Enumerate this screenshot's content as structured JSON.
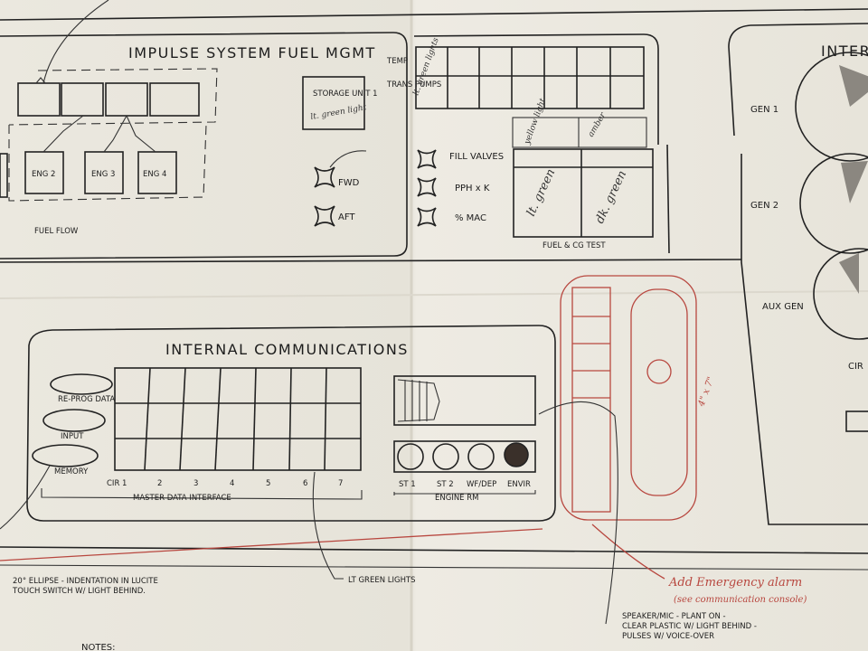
{
  "fuel_panel": {
    "title": "IMPULSE SYSTEM FUEL MGMT",
    "engines": [
      "ENG 2",
      "ENG 3",
      "ENG 4"
    ],
    "fuel_flow": "FUEL FLOW",
    "storage_unit": "STORAGE UNIT 1",
    "storage_note": "lt. green light",
    "temp": "TEMP",
    "transfer_pumps": "TRANS PUMPS",
    "pumps_note": "lt. green lights",
    "fwd": "FWD",
    "aft": "AFT",
    "fill_valves": "FILL VALVES",
    "pph": "PPH x K",
    "mac": "% MAC",
    "fuel_cg_test": "FUEL & CG TEST",
    "cg_cells": [
      "lt. green",
      "dk. green"
    ],
    "cg_top_notes": [
      "yellow light",
      "amber"
    ]
  },
  "comms_panel": {
    "title": "INTERNAL COMMUNICATIONS",
    "buttons": [
      "RE-PROG DATA",
      "INPUT",
      "MEMORY"
    ],
    "circuits": [
      "CIR 1",
      "2",
      "3",
      "4",
      "5",
      "6",
      "7"
    ],
    "master_data": "MASTER DATA INTERFACE",
    "engine_labels": [
      "ST 1",
      "ST 2",
      "WF/DEP",
      "ENVIR"
    ],
    "engine_rm": "ENGINE RM"
  },
  "right_panel": {
    "title": "INTER",
    "gens": [
      "GEN 1",
      "GEN 2",
      "AUX GEN"
    ],
    "cir": "CIR"
  },
  "annotations": {
    "ellipse_note": "20° ELLIPSE - INDENTATION IN LUCITE TOUCH SWITCH W/ LIGHT BEHIND.",
    "lt_green_lights": "LT GREEN LIGHTS",
    "size_note": "4\" x 7\"",
    "add_alarm": "Add Emergency alarm",
    "see_comm": "(see communication console)",
    "speaker": "SPEAKER/MIC - PLANT ON - CLEAR PLASTIC W/ LIGHT BEHIND - PULSES W/ VOICE-OVER",
    "notes": "NOTES:"
  },
  "colors": {
    "ink": "#222222",
    "paper": "#e9e6dc",
    "red_pencil": "#b8473f"
  }
}
